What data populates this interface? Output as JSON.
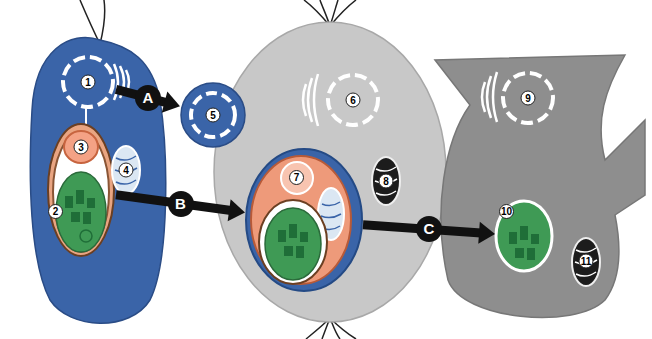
{
  "diagram": {
    "nodes": [
      {
        "text": [
          "1"
        ]
      },
      {
        "text": [
          "2"
        ]
      },
      {
        "text": [
          "3"
        ],
        "in": 1
      },
      {
        "text": [
          "4"
        ]
      },
      {
        "text": [
          "5"
        ]
      },
      {
        "text": [
          "6"
        ]
      },
      {
        "text": [
          "7"
        ]
      },
      {
        "text": [
          "8"
        ]
      },
      {
        "text": [
          "9"
        ]
      },
      {
        "text": [
          "10"
        ]
      },
      {
        "text": [
          "11"
        ]
      }
    ],
    "edges": [
      {
        "from": 0,
        "to": 4,
        "label": "A",
        "arrow": "to"
      },
      {
        "from": 1,
        "to": 6,
        "label": "B",
        "arrow": "to"
      },
      {
        "from": 6,
        "to": 9,
        "label": "C",
        "arrow": "to"
      }
    ]
  }
}
